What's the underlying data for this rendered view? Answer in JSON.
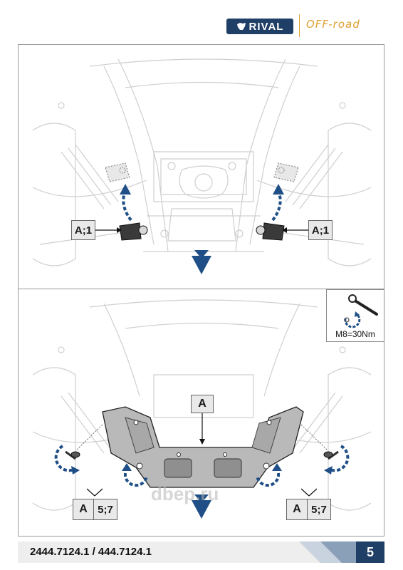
{
  "brand": {
    "name": "RIVAL",
    "tagline": "OFF-road"
  },
  "top_panel": {
    "left_label": "A;1",
    "right_label": "A;1"
  },
  "bottom_panel": {
    "center_label": "A",
    "left_label_letter": "A",
    "left_label_qty": "5;7",
    "right_label_letter": "A",
    "right_label_qty": "5;7",
    "torque": "M8=30Nm"
  },
  "watermark": "dbep.ru",
  "footer": {
    "part_number": "2444.7124.1 / 444.7124.1",
    "page_number": "5"
  },
  "colors": {
    "brand_navy": "#1f3f66",
    "brand_orange": "#e0a032",
    "arrow_blue": "#1f4f86"
  }
}
